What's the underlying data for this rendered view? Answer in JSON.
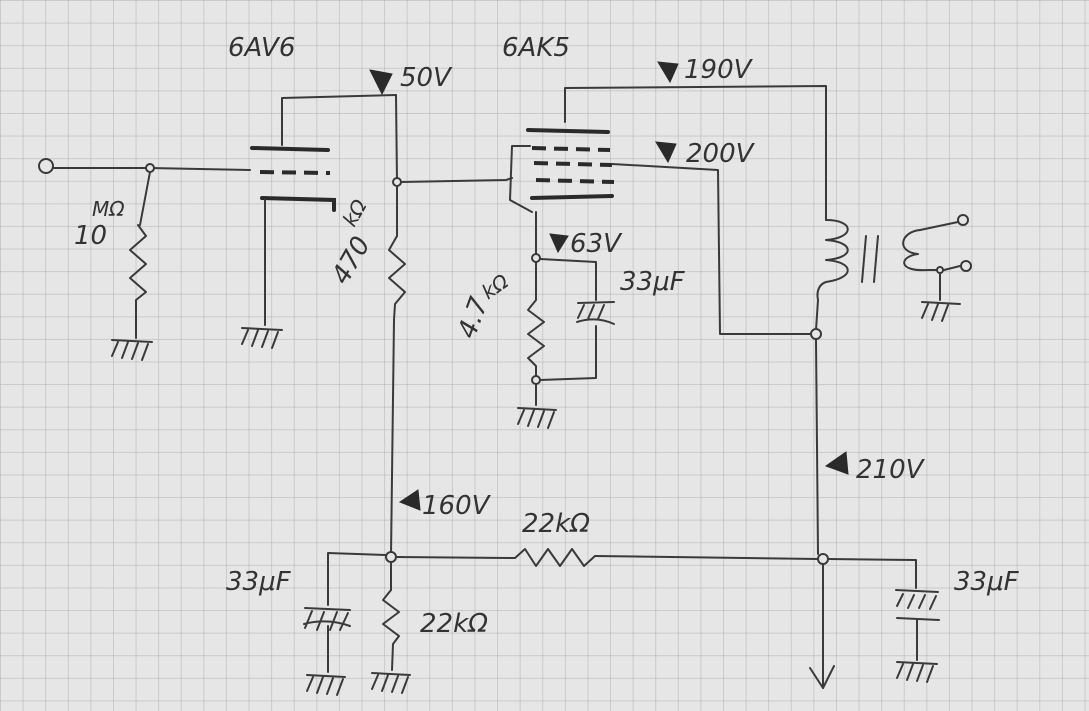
{
  "tubes": {
    "input": "6AV6",
    "output": "6AK5"
  },
  "voltages": {
    "v50": "50V",
    "v190": "190V",
    "v200": "200V",
    "v63": "63V",
    "v210": "210V",
    "v160": "160V"
  },
  "components": {
    "grid_res_unit": "MΩ",
    "grid_res_value": "10",
    "plate_res_unit": "kΩ",
    "plate_res_value": "470",
    "cathode_res_unit": "kΩ",
    "cathode_res_value": "4.7",
    "cathode_cap": "33μF",
    "filter_res": "22kΩ",
    "bias_res": "22kΩ",
    "left_cap": "33μF",
    "right_cap": "33μF"
  }
}
